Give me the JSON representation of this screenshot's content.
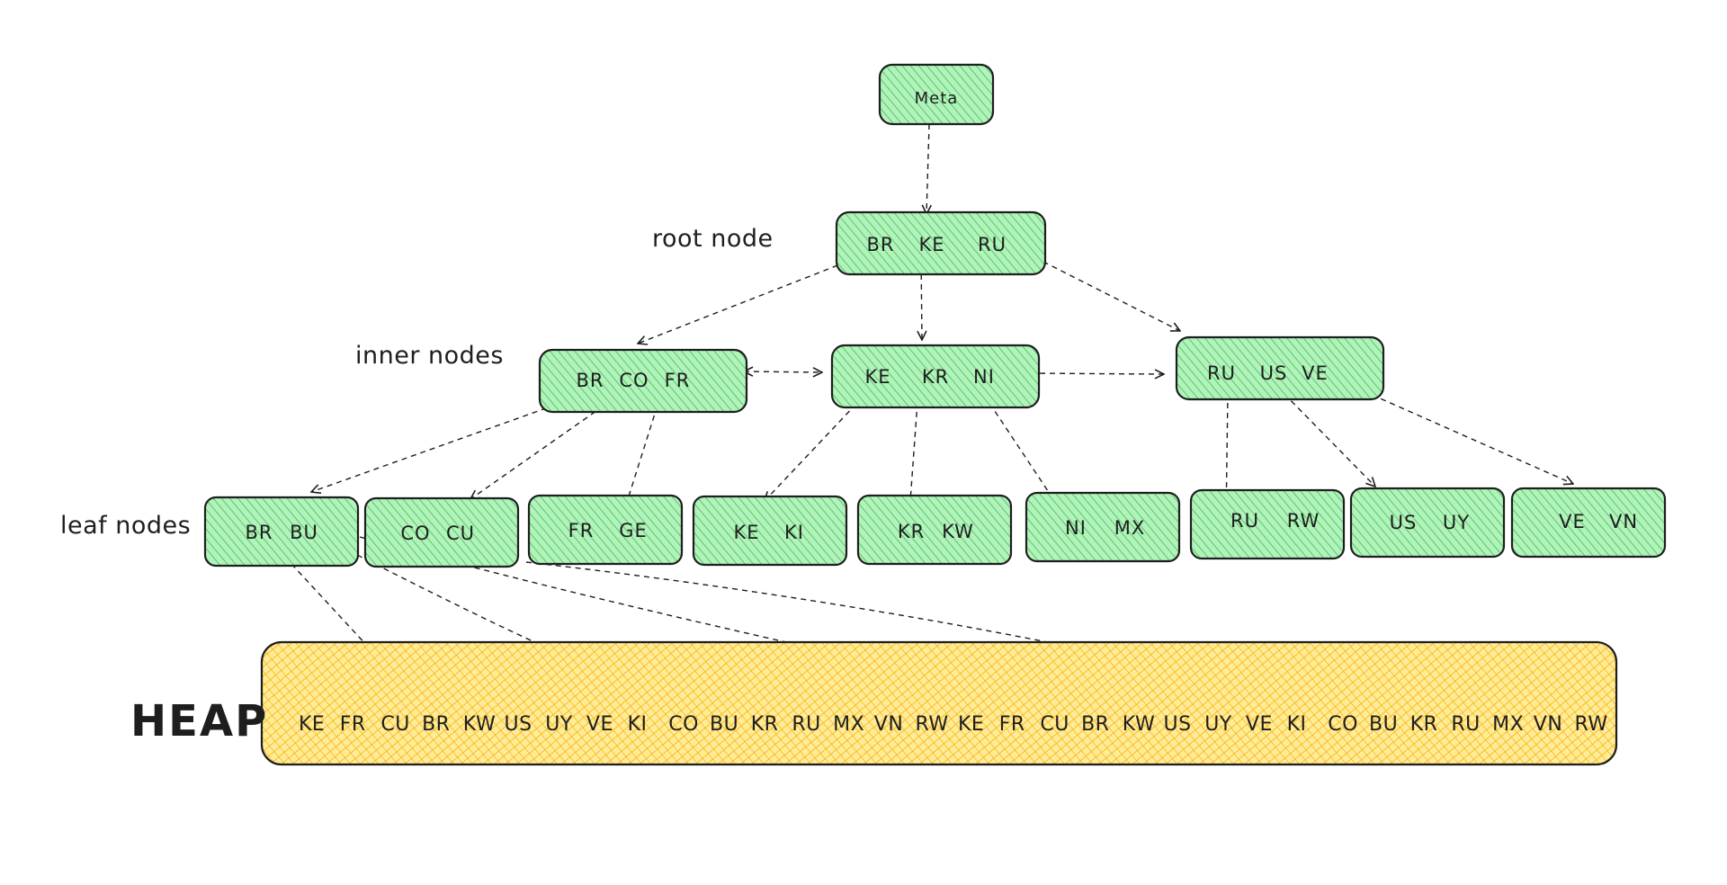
{
  "colors": {
    "node_fill": "#b2f2bb",
    "node_hatch": "#40c057",
    "heap_fill": "#ffec99",
    "heap_hatch": "#fab005",
    "stroke": "#1e1e1e"
  },
  "labels": {
    "root": "root node",
    "inner": "inner nodes",
    "leaf": "leaf nodes",
    "heap": "HEAP"
  },
  "meta": {
    "label": "Meta"
  },
  "root": {
    "keys": [
      "BR",
      "KE",
      "RU"
    ]
  },
  "inner_nodes": [
    {
      "keys": [
        "BR",
        "CO",
        "FR"
      ]
    },
    {
      "keys": [
        "KE",
        "KR",
        "NI"
      ]
    },
    {
      "keys": [
        "RU",
        "US",
        "VE"
      ]
    }
  ],
  "leaf_nodes": [
    {
      "keys": [
        "BR",
        "BU"
      ]
    },
    {
      "keys": [
        "CO",
        "CU"
      ]
    },
    {
      "keys": [
        "FR",
        "GE"
      ]
    },
    {
      "keys": [
        "KE",
        "KI"
      ]
    },
    {
      "keys": [
        "KR",
        "KW"
      ]
    },
    {
      "keys": [
        "NI",
        "MX"
      ]
    },
    {
      "keys": [
        "RU",
        "RW"
      ]
    },
    {
      "keys": [
        "US",
        "UY"
      ]
    },
    {
      "keys": [
        "VE",
        "VN"
      ]
    }
  ],
  "heap": {
    "items": [
      "KE",
      "FR",
      "CU",
      "BR",
      "KW",
      "US",
      "UY",
      "VE",
      "KI",
      "CO",
      "BU",
      "KR",
      "RU",
      "MX",
      "VN",
      "RW",
      "KE",
      "FR",
      "CU",
      "BR",
      "KW",
      "US",
      "UY",
      "VE",
      "KI",
      "CO",
      "BU",
      "KR",
      "RU",
      "MX",
      "VN",
      "RW"
    ]
  }
}
